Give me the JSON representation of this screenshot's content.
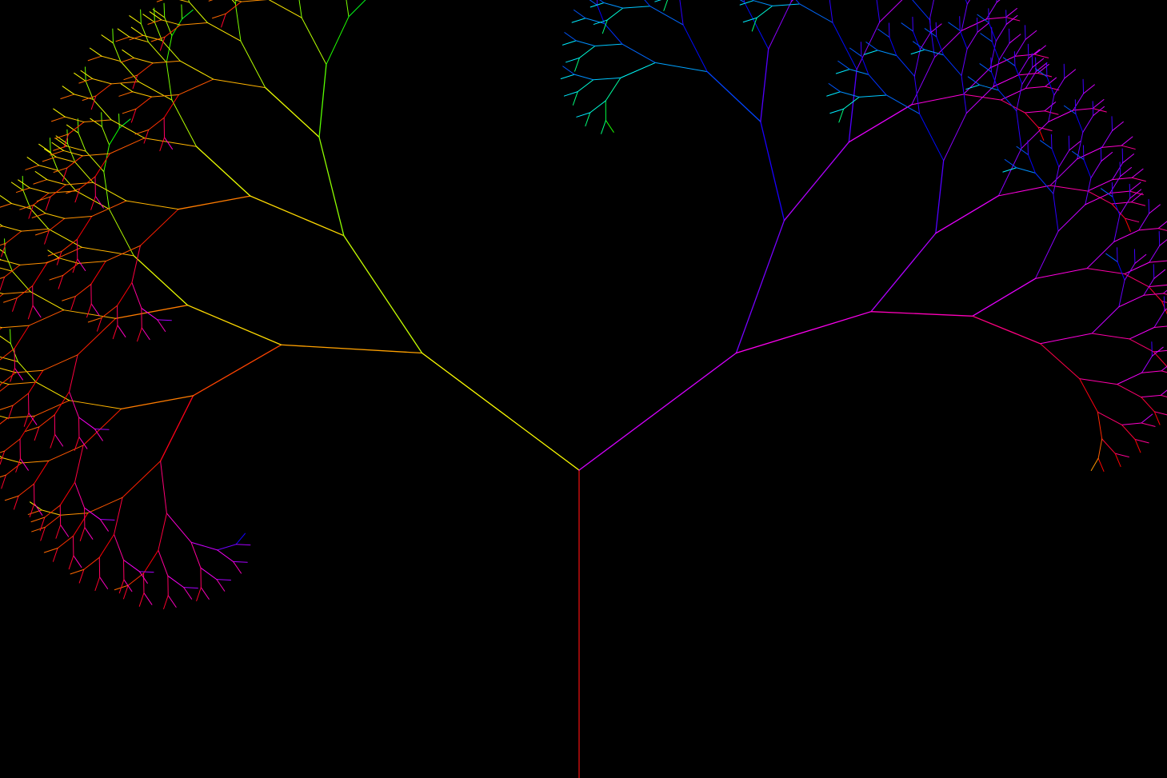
{
  "scene": {
    "subject": "fractal-tree",
    "background_color": "#000000",
    "colors": {
      "trunk": "#e01010",
      "left_branch_start": "#f0f000",
      "right_branch_start": "#b000c0"
    },
    "fractal": {
      "depth": 9,
      "branch_ratio": 0.72,
      "spread_degrees": 53,
      "asymmetry_degrees": 0,
      "hue_shift": "rainbow"
    }
  }
}
